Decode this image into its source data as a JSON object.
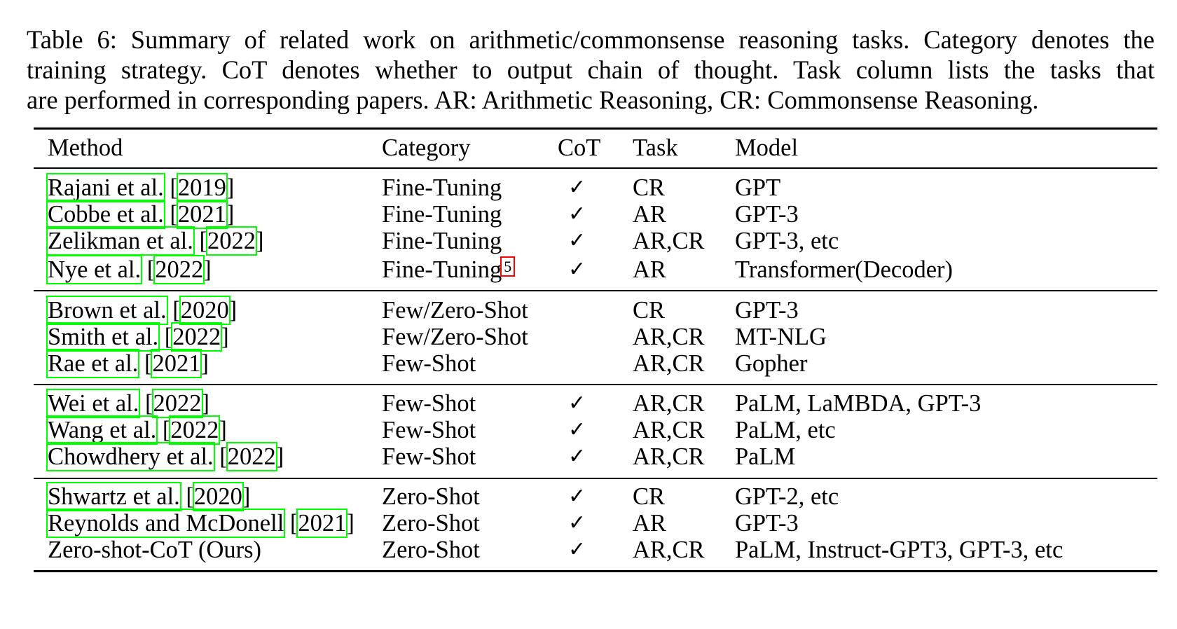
{
  "caption": {
    "lines": [
      "Table 6: Summary of related work on arithmetic/commonsense reasoning tasks. Category denotes the",
      "training strategy. CoT denotes whether to output chain of thought. Task column lists the tasks that",
      "are performed in corresponding papers. AR: Arithmetic Reasoning, CR: Commonsense Reasoning."
    ]
  },
  "table": {
    "headers": [
      "Method",
      "Category",
      "CoT",
      "Task",
      "Model"
    ],
    "check_glyph": "✓",
    "footnote_mark": "5",
    "rows": [
      {
        "author": "Rajani et al.",
        "year": "2019",
        "category": "Fine-Tuning",
        "cot": true,
        "task": "CR",
        "model": "GPT"
      },
      {
        "author": "Cobbe et al.",
        "year": "2021",
        "category": "Fine-Tuning",
        "cot": true,
        "task": "AR",
        "model": "GPT-3"
      },
      {
        "author": "Zelikman et al.",
        "year": "2022",
        "category": "Fine-Tuning",
        "cot": true,
        "task": "AR,CR",
        "model": "GPT-3, etc"
      },
      {
        "author": "Nye et al.",
        "year": "2022",
        "category": "Fine-Tuning",
        "cot": true,
        "task": "AR",
        "model": "Transformer(Decoder)",
        "footnote": true
      },
      {
        "author": "Brown et al.",
        "year": "2020",
        "category": "Few/Zero-Shot",
        "cot": false,
        "task": "CR",
        "model": "GPT-3"
      },
      {
        "author": "Smith et al.",
        "year": "2022",
        "category": "Few/Zero-Shot",
        "cot": false,
        "task": "AR,CR",
        "model": "MT-NLG"
      },
      {
        "author": "Rae et al.",
        "year": "2021",
        "category": "Few-Shot",
        "cot": false,
        "task": "AR,CR",
        "model": "Gopher"
      },
      {
        "author": "Wei et al.",
        "year": "2022",
        "category": "Few-Shot",
        "cot": true,
        "task": "AR,CR",
        "model": "PaLM, LaMBDA, GPT-3"
      },
      {
        "author": "Wang et al.",
        "year": "2022",
        "category": "Few-Shot",
        "cot": true,
        "task": "AR,CR",
        "model": "PaLM, etc"
      },
      {
        "author": "Chowdhery et al.",
        "year": "2022",
        "category": "Few-Shot",
        "cot": true,
        "task": "AR,CR",
        "model": "PaLM"
      },
      {
        "author": "Shwartz et al.",
        "year": "2020",
        "category": "Zero-Shot",
        "cot": true,
        "task": "CR",
        "model": "GPT-2, etc"
      },
      {
        "author": "Reynolds and McDonell",
        "year": "2021",
        "category": "Zero-Shot",
        "cot": true,
        "task": "AR",
        "model": "GPT-3"
      },
      {
        "author": "Zero-shot-CoT (Ours)",
        "year": "",
        "category": "Zero-Shot",
        "cot": true,
        "task": "AR,CR",
        "model": "PaLM, Instruct-GPT3, GPT-3, etc"
      }
    ]
  }
}
